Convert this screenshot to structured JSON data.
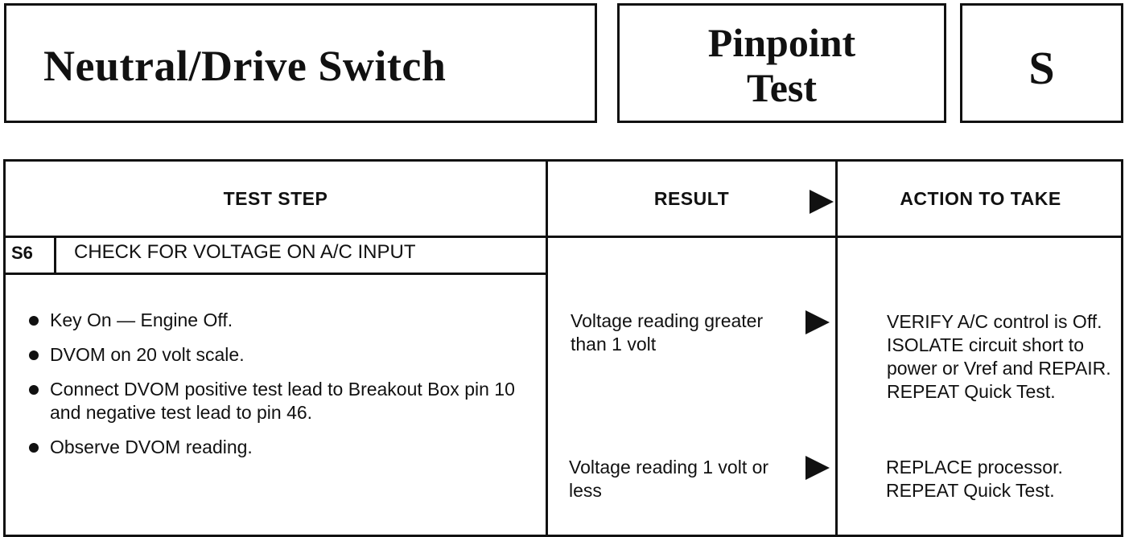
{
  "header": {
    "title": "Neutral/Drive Switch",
    "test_type_line1": "Pinpoint",
    "test_type_line2": "Test",
    "test_letter": "S"
  },
  "table": {
    "columns": [
      "TEST STEP",
      "RESULT",
      "ACTION TO TAKE"
    ],
    "step": {
      "id": "S6",
      "title": "CHECK FOR VOLTAGE ON A/C INPUT",
      "instructions": [
        "Key On — Engine Off.",
        "DVOM on 20 volt scale.",
        "Connect DVOM positive test lead to Breakout Box pin 10 and negative test lead to pin 46.",
        "Observe DVOM reading."
      ]
    },
    "rows": [
      {
        "result": "Voltage reading greater than 1 volt",
        "action": "VERIFY A/C control is Off. ISOLATE circuit short to power or Vref and REPAIR. REPEAT Quick Test."
      },
      {
        "result": "Voltage reading 1 volt or less",
        "action": "REPLACE processor. REPEAT Quick Test."
      }
    ]
  }
}
